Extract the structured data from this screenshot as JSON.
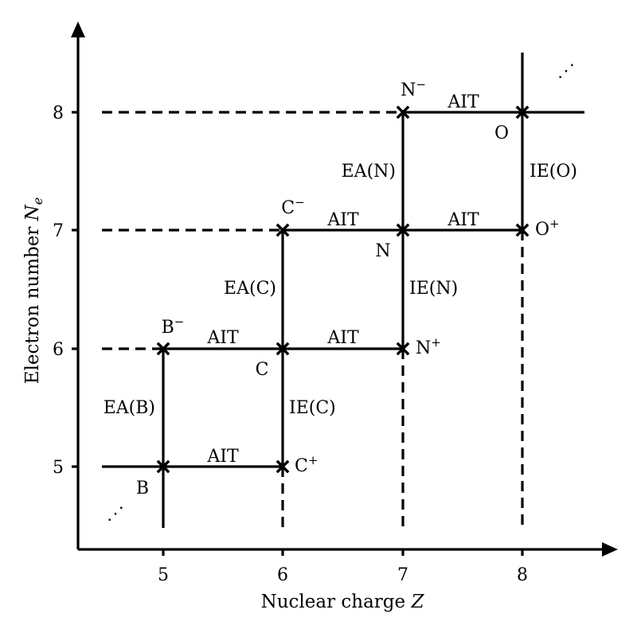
{
  "axes": {
    "x_title_text": "Nuclear charge ",
    "x_title_var": "Z",
    "y_title_text": "Electron number ",
    "y_title_var": "N",
    "y_title_sub": "e",
    "x_ticks": [
      "5",
      "6",
      "7",
      "8"
    ],
    "y_ticks": [
      "5",
      "6",
      "7",
      "8"
    ]
  },
  "species": [
    {
      "id": "B",
      "label": "B",
      "z": 5,
      "n": 5
    },
    {
      "id": "B-minus",
      "label": "B",
      "sup": "−",
      "z": 5,
      "n": 6
    },
    {
      "id": "C",
      "label": "C",
      "z": 6,
      "n": 6
    },
    {
      "id": "C-plus",
      "label": "C",
      "sup": "+",
      "z": 6,
      "n": 5
    },
    {
      "id": "C-minus",
      "label": "C",
      "sup": "−",
      "z": 6,
      "n": 7
    },
    {
      "id": "N",
      "label": "N",
      "z": 7,
      "n": 7
    },
    {
      "id": "N-plus",
      "label": "N",
      "sup": "+",
      "z": 7,
      "n": 6
    },
    {
      "id": "N-minus",
      "label": "N",
      "sup": "−",
      "z": 7,
      "n": 8
    },
    {
      "id": "O",
      "label": "O",
      "z": 8,
      "n": 8
    },
    {
      "id": "O-plus",
      "label": "O",
      "sup": "+",
      "z": 8,
      "n": 7
    }
  ],
  "transitions": {
    "ait": "AIT",
    "ea_b": "EA(B)",
    "ea_c": "EA(C)",
    "ea_n": "EA(N)",
    "ie_c": "IE(C)",
    "ie_n": "IE(N)",
    "ie_o": "IE(O)"
  },
  "ellipsis": "⋰"
}
